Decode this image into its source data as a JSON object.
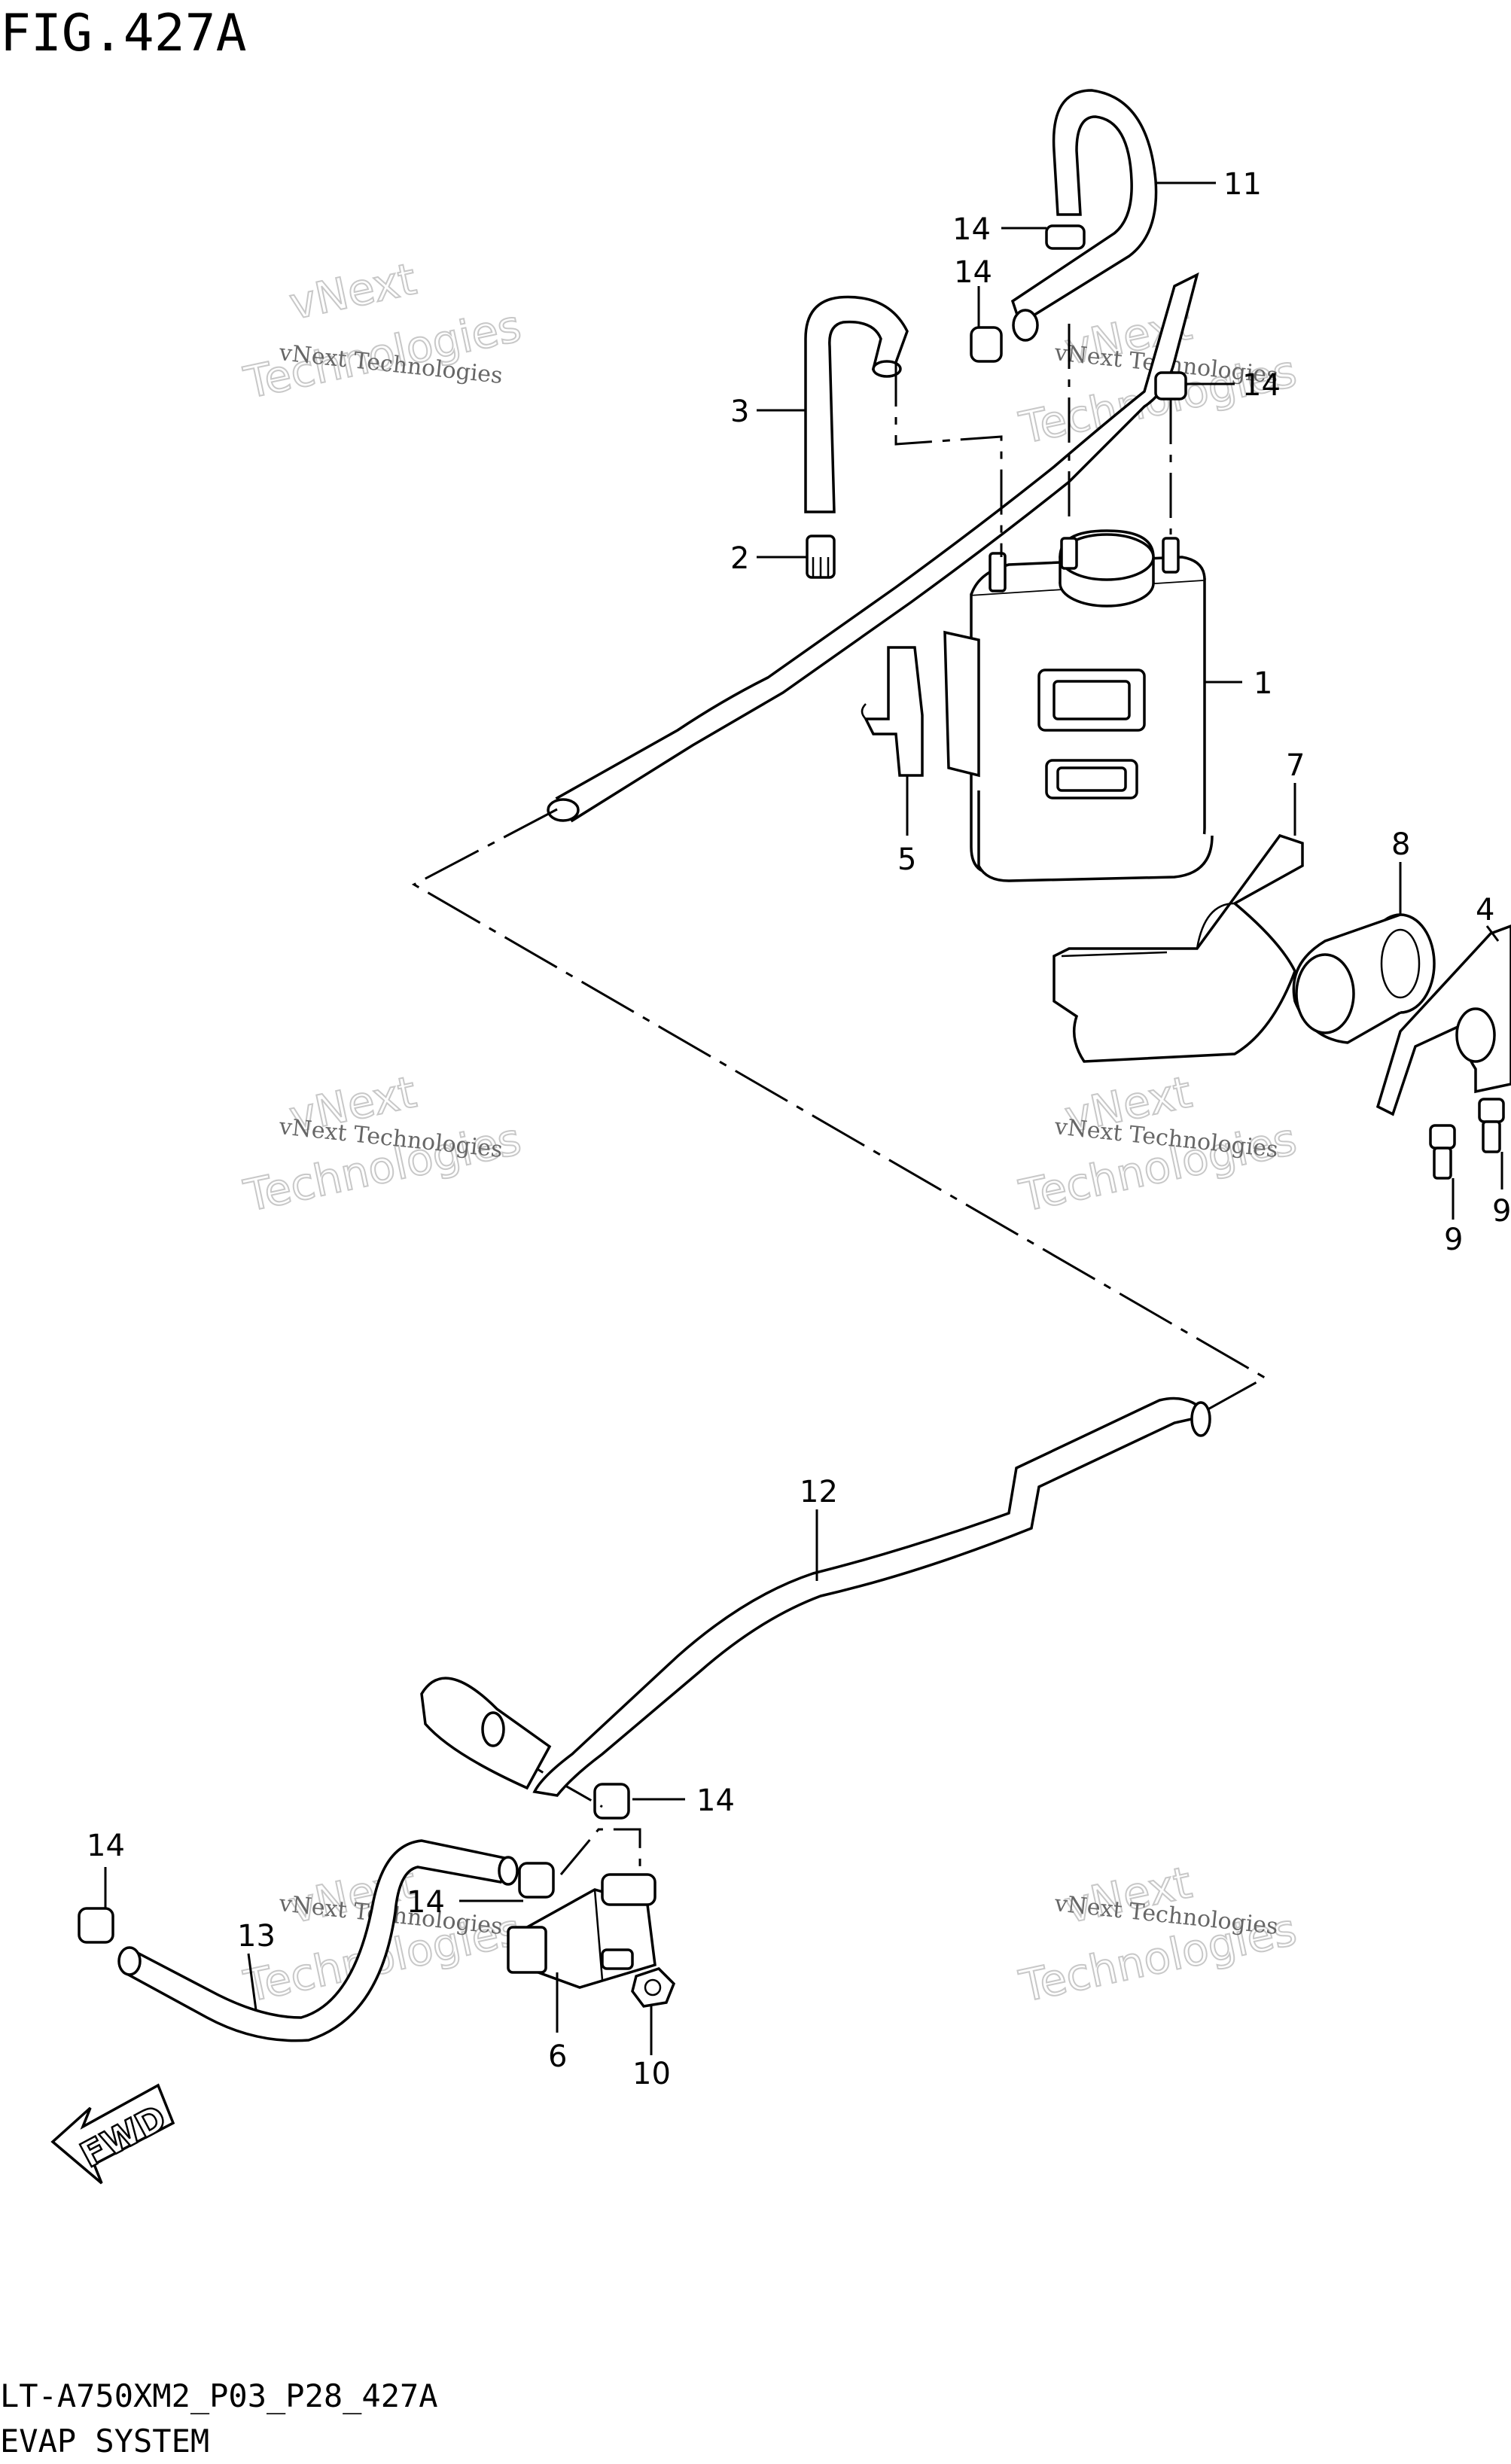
{
  "figure": {
    "title": "FIG.427A",
    "code": "LT-A750XM2_P03_P28_427A",
    "section_name": "EVAP SYSTEM"
  },
  "watermark": {
    "small": "vNext Technologies",
    "large_1": "vNext",
    "large_2": "Technologies"
  },
  "callouts": {
    "c1": "1",
    "c2": "2",
    "c3": "3",
    "c4": "4",
    "c5": "5",
    "c6": "6",
    "c7": "7",
    "c8": "8",
    "c9a": "9",
    "c9b": "9",
    "c10": "10",
    "c11": "11",
    "c12": "12",
    "c13": "13",
    "c14a": "14",
    "c14b": "14",
    "c14c": "14",
    "c14d": "14",
    "c14e": "14",
    "c14f": "14"
  },
  "fwd_label": "FWD",
  "colors": {
    "line": "#000000",
    "background": "#ffffff",
    "watermark": "#c8c8c8"
  }
}
